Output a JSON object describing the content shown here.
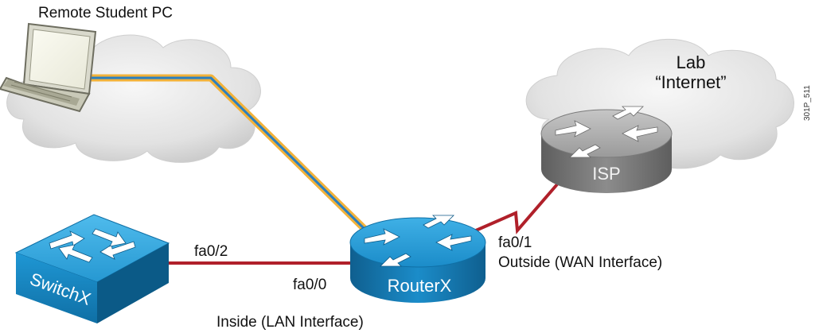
{
  "labels": {
    "remote_pc": "Remote Student PC",
    "lab_internet_line1": "Lab",
    "lab_internet_line2": "“Internet”",
    "figure_id": "301P_511",
    "isp": "ISP",
    "router": "RouterX",
    "switch": "SwitchX",
    "fa0_2": "fa0/2",
    "fa0_0": "fa0/0",
    "fa0_1": "fa0/1",
    "outside": "Outside (WAN Interface)",
    "inside": "Inside (LAN Interface)"
  },
  "colors": {
    "serial_link": "#b0202a",
    "ethernet_link": "#b0202a",
    "vpn_outer": "#f2b23a",
    "vpn_inner": "#2a7fc0",
    "router_blue": "#1b8cc9",
    "isp_gray": "#8c8c8c",
    "cloud": "#e6e6e6"
  },
  "icons": {
    "laptop": "laptop-icon",
    "router": "router-icon",
    "switch": "switch-icon",
    "cloud": "cloud-icon"
  }
}
